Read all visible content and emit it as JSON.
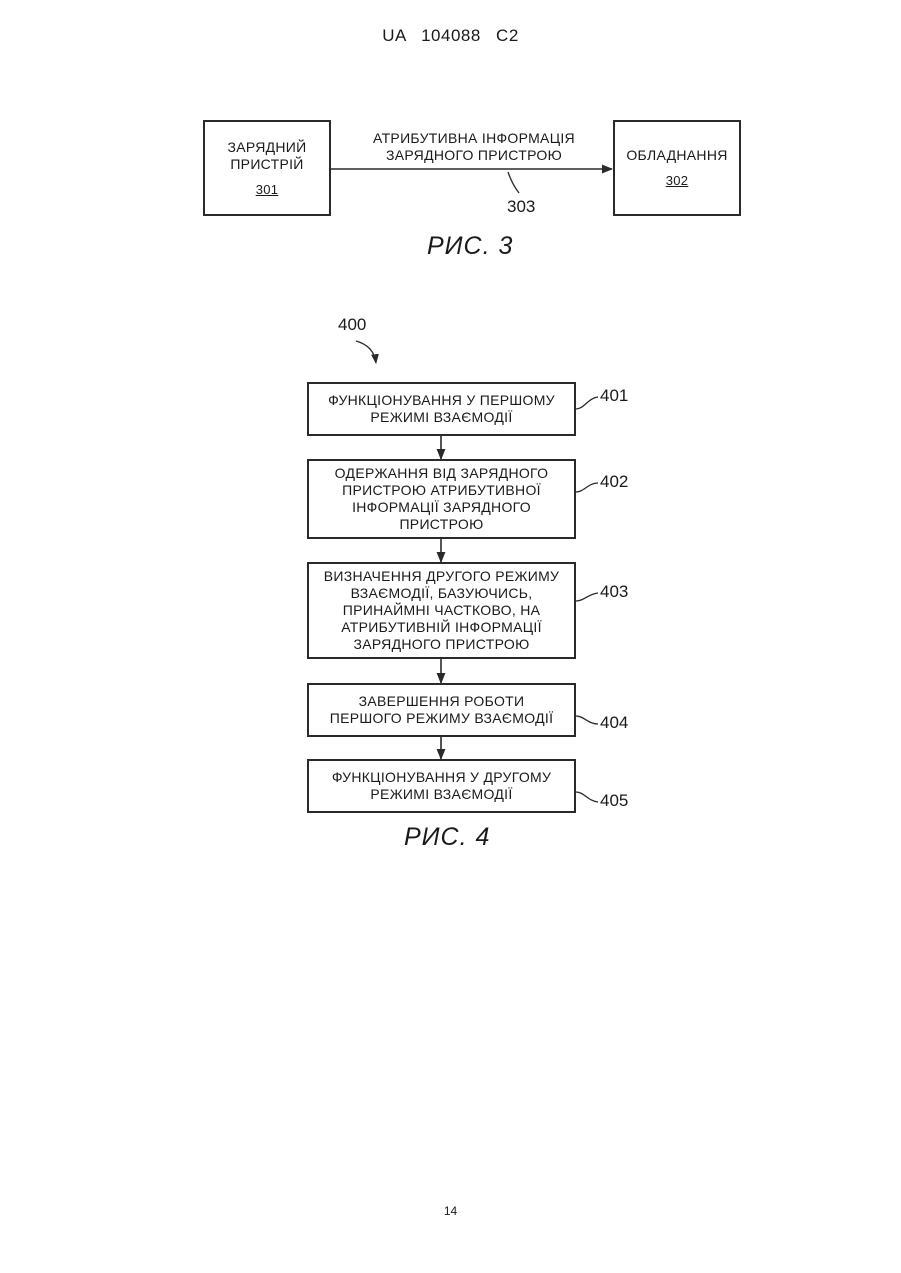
{
  "header": "UA 104088 C2",
  "page_number": "14",
  "fig3": {
    "box_left": {
      "lines": [
        "ЗАРЯДНИЙ",
        "ПРИСТРІЙ"
      ],
      "ref": "301"
    },
    "box_right": {
      "lines": [
        "ОБЛАДНАННЯ"
      ],
      "ref": "302"
    },
    "arrow_label": [
      "АТРИБУТИВНА ІНФОРМАЦІЯ",
      "ЗАРЯДНОГО ПРИСТРОЮ"
    ],
    "arrow_ref": "303",
    "caption": "РИС. 3"
  },
  "fig4": {
    "ref": "400",
    "steps": [
      {
        "lines": [
          "ФУНКЦІОНУВАННЯ У ПЕРШОМУ",
          "РЕЖИМІ ВЗАЄМОДІЇ"
        ],
        "ref": "401"
      },
      {
        "lines": [
          "ОДЕРЖАННЯ ВІД ЗАРЯДНОГО",
          "ПРИСТРОЮ АТРИБУТИВНОЇ",
          "ІНФОРМАЦІЇ ЗАРЯДНОГО",
          "ПРИСТРОЮ"
        ],
        "ref": "402"
      },
      {
        "lines": [
          "ВИЗНАЧЕННЯ ДРУГОГО РЕЖИМУ",
          "ВЗАЄМОДІЇ, БАЗУЮЧИСЬ,",
          "ПРИНАЙМНІ ЧАСТКОВО, НА",
          "АТРИБУТИВНІЙ ІНФОРМАЦІЇ",
          "ЗАРЯДНОГО ПРИСТРОЮ"
        ],
        "ref": "403"
      },
      {
        "lines": [
          "ЗАВЕРШЕННЯ РОБОТИ",
          "ПЕРШОГО РЕЖИМУ ВЗАЄМОДІЇ"
        ],
        "ref": "404"
      },
      {
        "lines": [
          "ФУНКЦІОНУВАННЯ У ДРУГОМУ",
          "РЕЖИМІ ВЗАЄМОДІЇ"
        ],
        "ref": "405"
      }
    ],
    "caption": "РИС. 4"
  }
}
